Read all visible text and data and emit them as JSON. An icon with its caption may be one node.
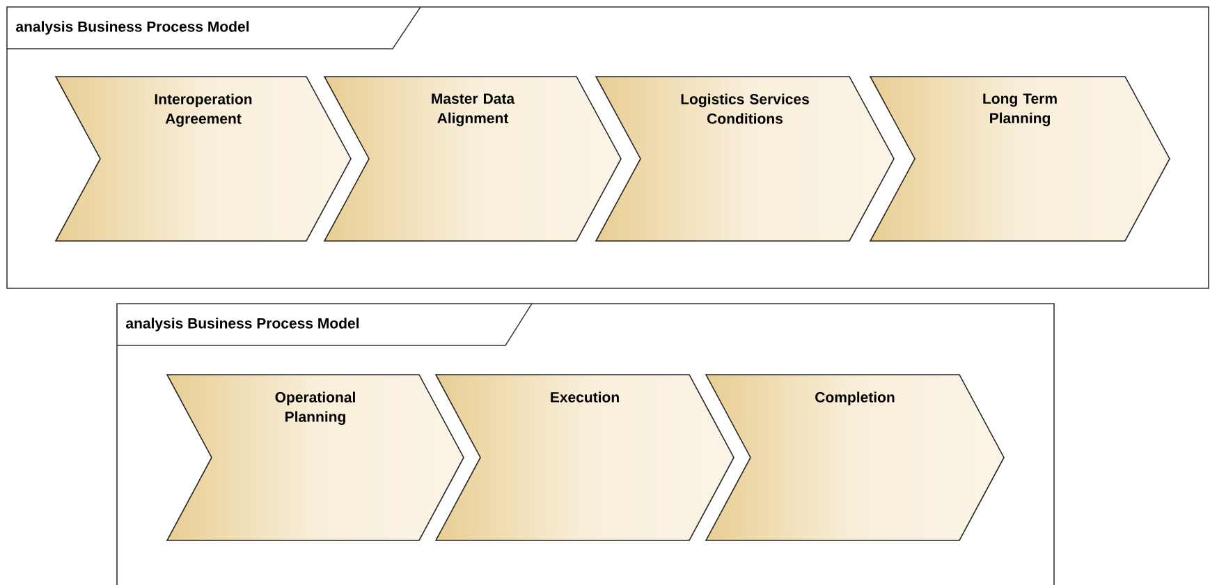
{
  "diagram": {
    "nodes": [
      {
        "text": [
          "analysis Business Process Model"
        ]
      },
      {
        "text": [
          "Interoperation Agreement"
        ],
        "in": 0
      },
      {
        "text": [
          "Master Data Alignment"
        ],
        "in": 0
      },
      {
        "text": [
          "Logistics Services Conditions"
        ],
        "in": 0
      },
      {
        "text": [
          "Long Term Planning"
        ],
        "in": 0
      },
      {
        "text": [
          "analysis Business Process Model"
        ]
      },
      {
        "text": [
          "Operational Planning"
        ],
        "in": 5
      },
      {
        "text": [
          "Execution"
        ],
        "in": 5
      },
      {
        "text": [
          "Completion"
        ],
        "in": 5
      }
    ]
  }
}
